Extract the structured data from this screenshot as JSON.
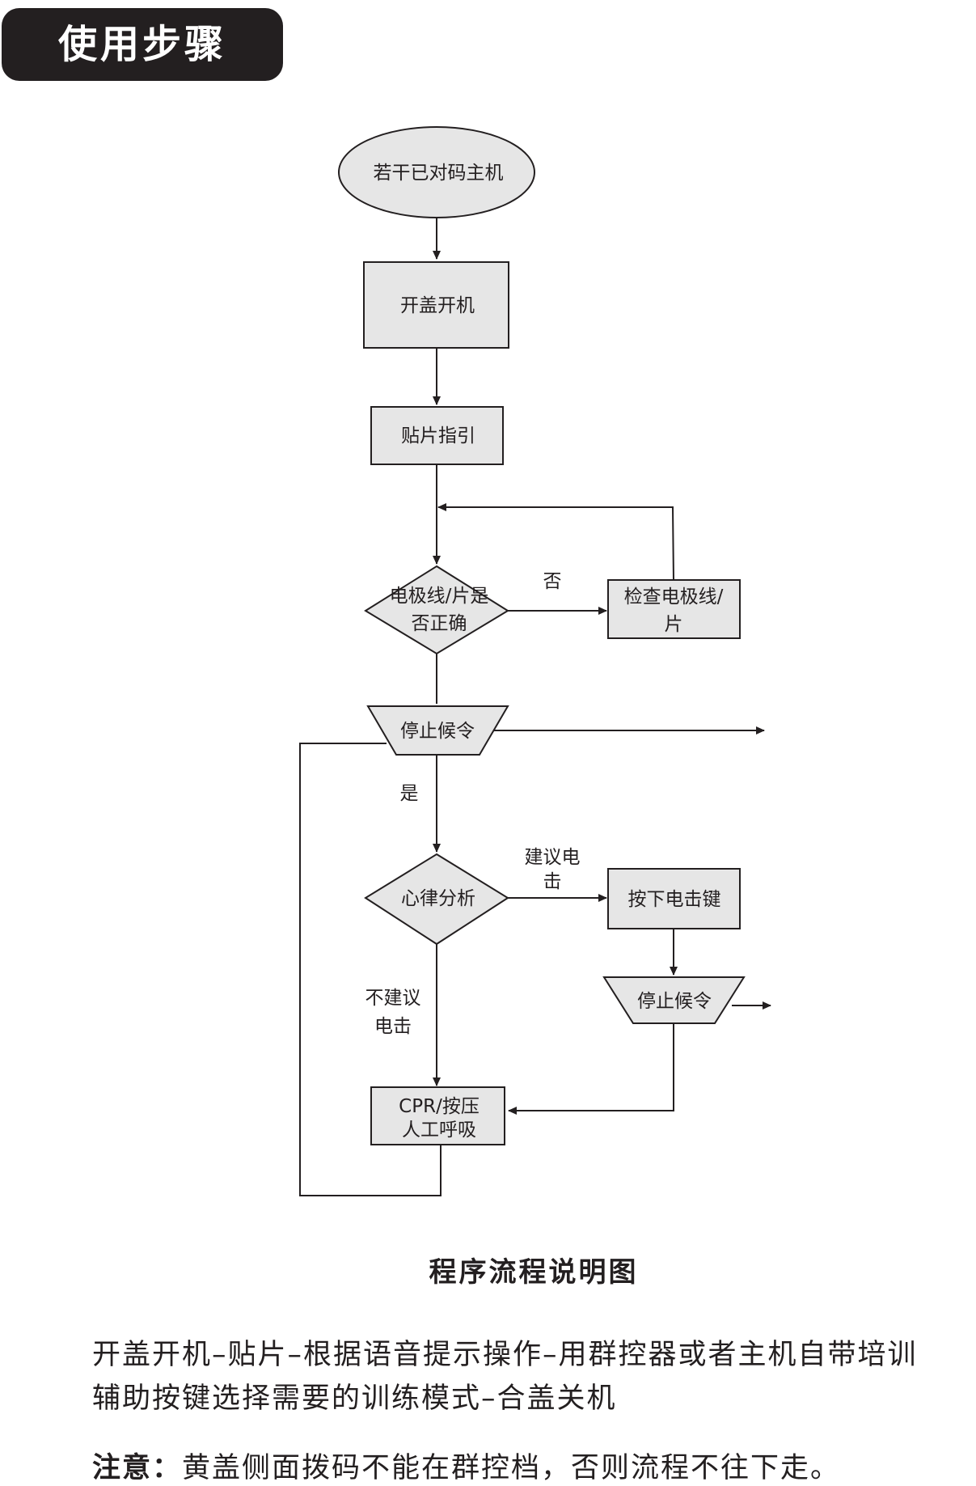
{
  "header": {
    "title": "使用步骤"
  },
  "flowchart": {
    "nodes": {
      "start": "若干已对码主机",
      "open_lid": "开盖开机",
      "paste_guide": "贴片指引",
      "check_decision": [
        "电极线/片是",
        "否正确"
      ],
      "check_electrode": [
        "检查电极线/",
        "片"
      ],
      "stop_wait_1": "停止候令",
      "rhythm_analysis": "心律分析",
      "press_shock": "按下电击键",
      "stop_wait_2": "停止候令",
      "cpr": [
        "CPR/按压",
        "人工呼吸"
      ]
    },
    "edge_labels": {
      "no": "否",
      "yes": "是",
      "shock_advised": [
        "建议电",
        "击"
      ],
      "shock_not_advised": [
        "不建议",
        "电击"
      ]
    }
  },
  "caption": "程序流程说明图",
  "description_lines": [
    "开盖开机–贴片–根据语音提示操作–用群控器或者主机自带培训",
    "辅助按键选择需要的训练模式–合盖关机"
  ],
  "note": {
    "label": "注意：",
    "text": "黄盖侧面拨码不能在群控档，否则流程不往下走。"
  },
  "colors": {
    "node_fill": "#e6e6e6",
    "stroke": "#231f20",
    "header_bg": "#231f20"
  }
}
